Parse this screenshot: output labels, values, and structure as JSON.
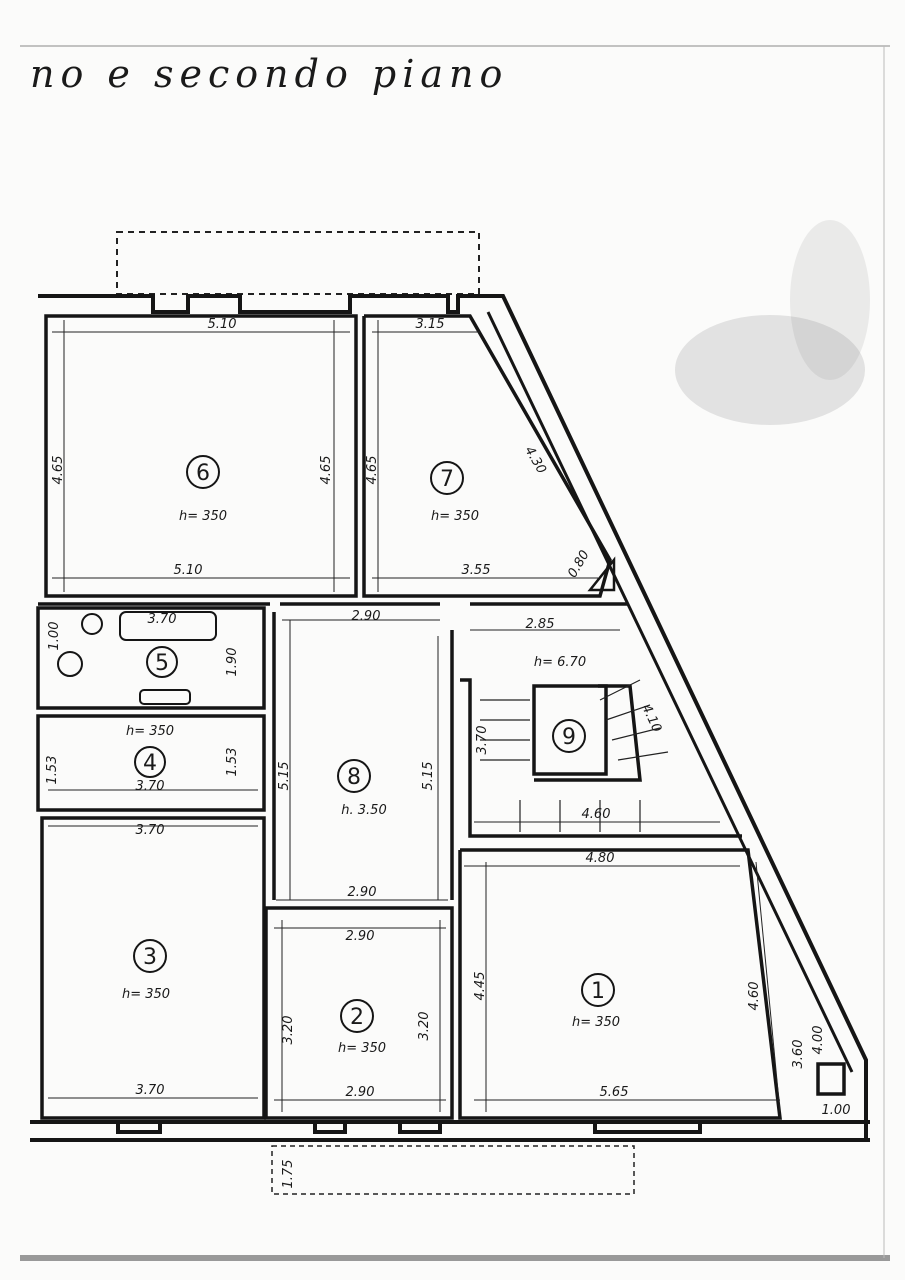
{
  "header": {
    "title": "no e secondo piano"
  },
  "rooms": [
    {
      "id": "r1",
      "number": "1",
      "height": "h= 350"
    },
    {
      "id": "r2",
      "number": "2",
      "height": "h= 350"
    },
    {
      "id": "r3",
      "number": "3",
      "height": "h= 350"
    },
    {
      "id": "r4",
      "number": "4",
      "height": "h= 350"
    },
    {
      "id": "r5",
      "number": "5",
      "height": ""
    },
    {
      "id": "r6",
      "number": "6",
      "height": "h= 350"
    },
    {
      "id": "r7",
      "number": "7",
      "height": "h= 350"
    },
    {
      "id": "r8",
      "number": "8",
      "height": "h. 3.50"
    },
    {
      "id": "r9",
      "number": "9",
      "height": "h= 6.70"
    }
  ],
  "dimensions": {
    "r6_top": "5.10",
    "r6_bottom": "5.10",
    "r6_left": "4.65",
    "r6_right": "4.65",
    "r7_top": "3.15",
    "r7_bottom": "3.55",
    "r7_left": "4.65",
    "r7_diag": "4.30",
    "r7_corner": "0.80",
    "corr_top": "2.90",
    "r5_bath": "3.70",
    "r5_side": "1.90",
    "r5_left": "1.00",
    "r4_top": "3.70",
    "r4_left": "1.53",
    "r4_right": "1.53",
    "r3_top": "3.70",
    "r3_bottom": "3.70",
    "r8_left": "5.15",
    "r8_right": "5.15",
    "r8_bottom": "2.90",
    "r9_top": "2.85",
    "r9_left": "3.70",
    "r9_diag": "4.10",
    "r9_bottom": "4.60",
    "r1_top": "4.80",
    "r1_bottom": "5.65",
    "r1_left": "4.45",
    "r1_right": "4.60",
    "r2_top": "2.90",
    "r2_bottom": "2.90",
    "r2_left": "3.20",
    "r2_right": "3.20",
    "ext_a": "3.60",
    "ext_b": "4.00",
    "ext_c": "1.00",
    "front": "1.75"
  }
}
